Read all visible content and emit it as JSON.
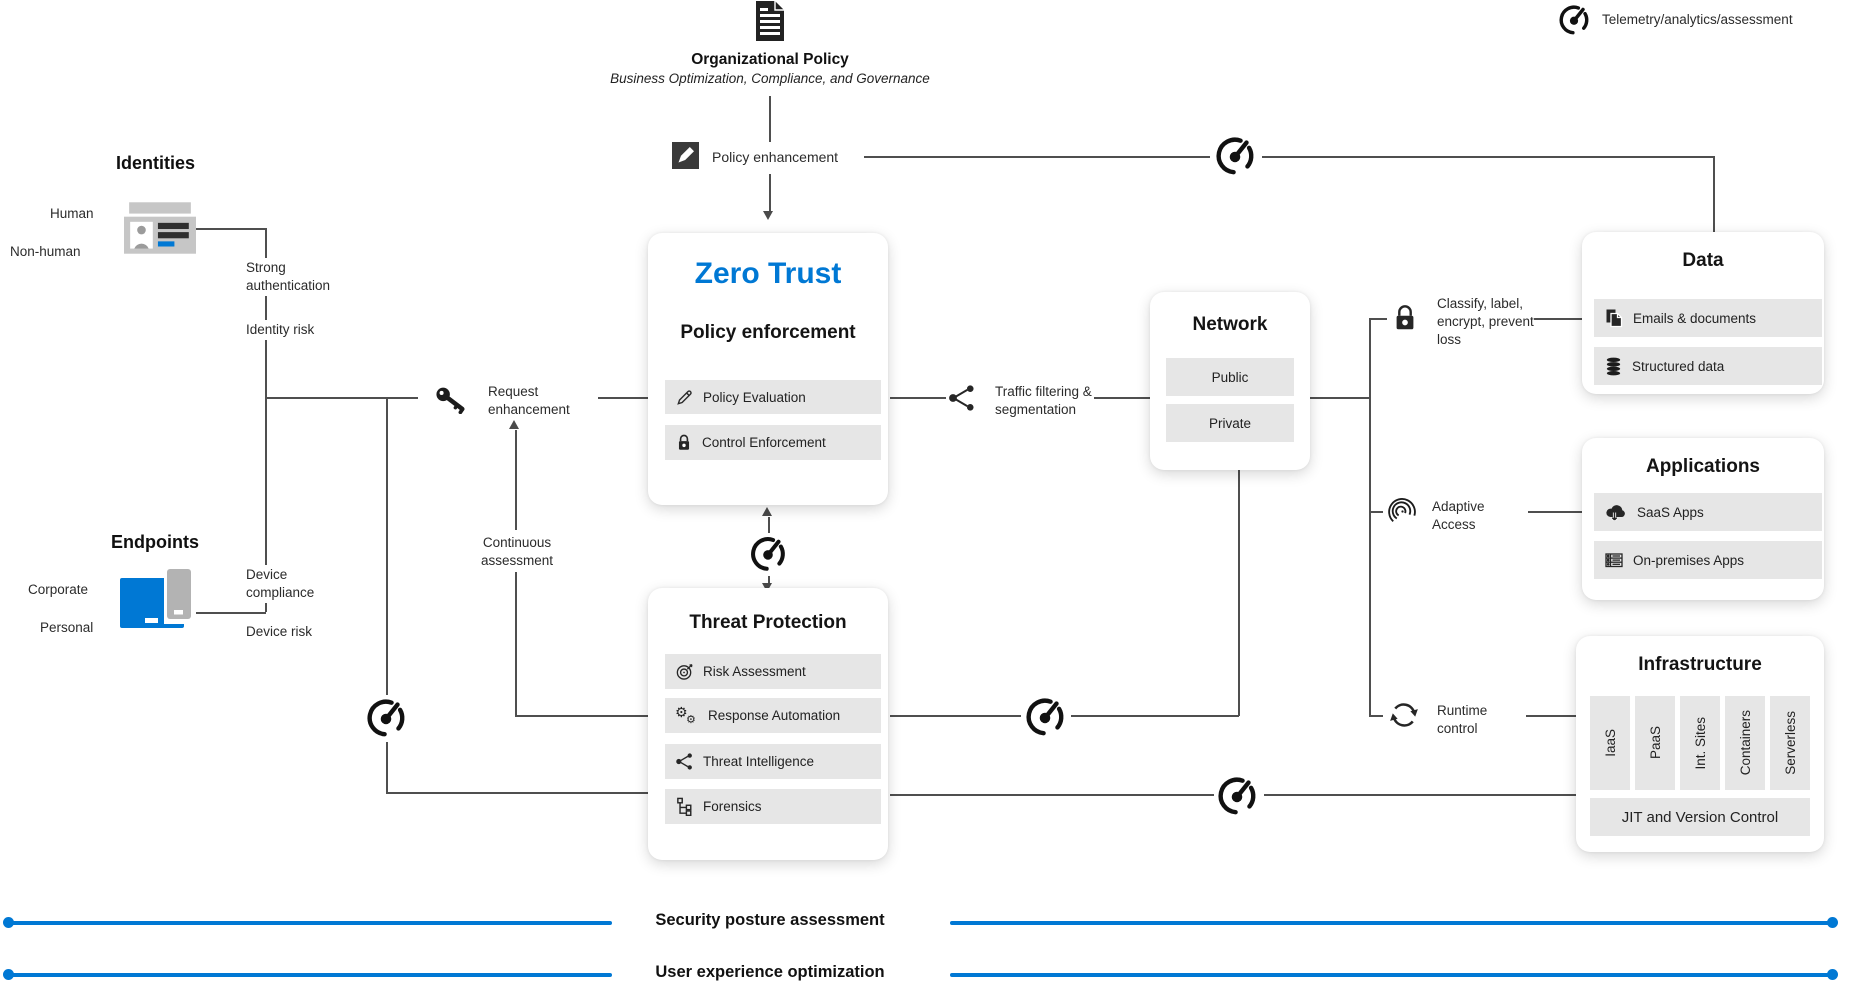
{
  "legend": {
    "telemetry": "Telemetry/analytics/assessment"
  },
  "org_policy": {
    "title": "Organizational Policy",
    "subtitle": "Business Optimization, Compliance, and Governance",
    "enhancement_label": "Policy enhancement"
  },
  "identities": {
    "title": "Identities",
    "left_labels": [
      "Human",
      "Non-human"
    ],
    "right_labels": [
      "Strong authentication",
      "Identity risk"
    ]
  },
  "endpoints": {
    "title": "Endpoints",
    "left_labels": [
      "Corporate",
      "Personal"
    ],
    "right_labels": [
      "Device compliance",
      "Device risk"
    ]
  },
  "zero_trust": {
    "title": "Zero Trust",
    "subtitle": "Policy enforcement",
    "items": [
      "Policy Evaluation",
      "Control Enforcement"
    ]
  },
  "threat_protection": {
    "title": "Threat Protection",
    "items": [
      "Risk Assessment",
      "Response Automation",
      "Threat Intelligence",
      "Forensics"
    ]
  },
  "network": {
    "title": "Network",
    "items": [
      "Public",
      "Private"
    ]
  },
  "data_box": {
    "title": "Data",
    "items": [
      "Emails & documents",
      "Structured data"
    ]
  },
  "applications": {
    "title": "Applications",
    "items": [
      "SaaS Apps",
      "On-premises Apps"
    ]
  },
  "infrastructure": {
    "title": "Infrastructure",
    "columns": [
      "IaaS",
      "PaaS",
      "Int. Sites",
      "Containers",
      "Serverless"
    ],
    "footer": "JIT and Version Control"
  },
  "flow": {
    "request": "Request enhancement",
    "continuous": "Continuous assessment",
    "traffic": "Traffic filtering & segmentation",
    "classify": "Classify, label, encrypt, prevent loss",
    "adaptive": "Adaptive Access",
    "runtime": "Runtime control"
  },
  "bottom": {
    "line1": "Security posture assessment",
    "line2": "User experience optimization"
  },
  "colors": {
    "accent_blue": "#0078d4",
    "row_gray": "#e6e6e6",
    "connector_gray": "#4f4f4f"
  },
  "icons": {
    "document-icon": "black document with text lines",
    "edit-box-icon": "dark square with white pencil",
    "gauge-icon": "telemetry speedometer",
    "id-card-icon": "identity badge card",
    "laptop-phone-icon": "blue laptop with gray phone",
    "key-icon": "black key",
    "pencil-icon": "outline pencil",
    "lock-icon": "padlock",
    "target-icon": "bullseye",
    "gears-icon": "two gears",
    "share-icon": "three connected nodes",
    "forensics-tree-icon": "branching flowchart",
    "copy-documents-icon": "stacked pages",
    "database-icon": "disc stack",
    "cloud-download-icon": "cloud with down arrow",
    "server-icon": "on-premises server grid",
    "fingerprint-icon": "fingerprint swirl",
    "sync-icon": "circular refresh arrows"
  }
}
